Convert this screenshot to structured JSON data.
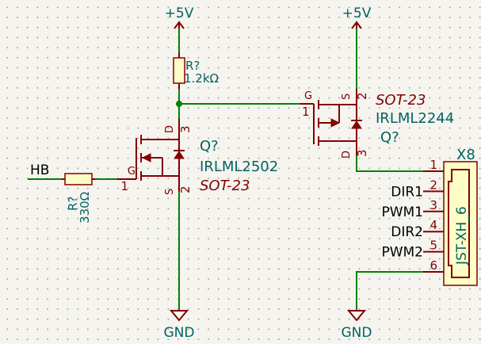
{
  "power": {
    "vcc_left": "+5V",
    "vcc_right": "+5V",
    "gnd_left": "GND",
    "gnd_right": "GND"
  },
  "net_label": "HB",
  "resistor_pullup": {
    "ref": "R?",
    "value": "1.2kΩ"
  },
  "resistor_gate": {
    "ref": "R?",
    "value": "330Ω"
  },
  "q_low": {
    "ref": "Q?",
    "value": "IRLML2502",
    "footprint": "SOT-23",
    "pin_g": "G",
    "pin_d": "D",
    "pin_s": "S",
    "num_g": "1",
    "num_d": "3",
    "num_s": "2"
  },
  "q_high": {
    "ref": "Q?",
    "value": "IRLML2244",
    "footprint": "SOT-23",
    "pin_g": "G",
    "pin_d": "D",
    "pin_s": "S",
    "num_g": "1",
    "num_d": "3",
    "num_s": "2"
  },
  "connector": {
    "ref": "X8",
    "value": "JST-XH_6",
    "pins": [
      {
        "num": "1",
        "name": ""
      },
      {
        "num": "2",
        "name": "DIR1"
      },
      {
        "num": "3",
        "name": "PWM1"
      },
      {
        "num": "4",
        "name": "DIR2"
      },
      {
        "num": "5",
        "name": "PWM2"
      },
      {
        "num": "6",
        "name": ""
      }
    ]
  },
  "colors": {
    "wire": "#008400",
    "component": "#840000",
    "label": "#006464",
    "fill": "#fdfdc8",
    "background": "#f5f4ef"
  }
}
